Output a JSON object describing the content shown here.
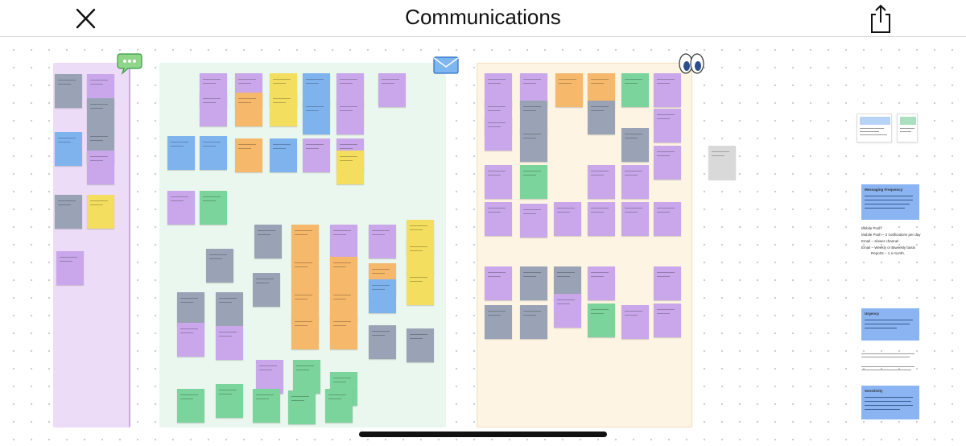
{
  "header": {
    "title": "Communications",
    "close_icon": "close-icon",
    "share_icon": "share-icon"
  },
  "canvas": {
    "frames": [
      {
        "id": "purple",
        "color": "#ecdcf7",
        "border": "#c9a8e6",
        "emoji": "speech-balloon-icon"
      },
      {
        "id": "green",
        "color": "#eaf7ee",
        "border": "#cfe9d6",
        "emoji": "envelope-icon"
      },
      {
        "id": "orange",
        "color": "#fdf4e4",
        "border": "#f3dfba",
        "emoji": "eyes-icon"
      }
    ],
    "note_colors": {
      "purple": "#c9a7ea",
      "gray": "#9aa3b5",
      "blue": "#7fb3ee",
      "yellow": "#f4de5f",
      "orange": "#f6b86a",
      "green": "#7bd49b",
      "light_gray": "#d9d9d9"
    },
    "doc_panel": {
      "headings": [
        "Messaging Frequency",
        "Urgency",
        "Sensitivity"
      ],
      "lines": [
        "Mobile Push",
        "Mobile Push – 2 notifications per day",
        "Email – slower channel",
        "Email – Weekly or Biweekly basis",
        "Reports – 1 a month."
      ]
    }
  }
}
